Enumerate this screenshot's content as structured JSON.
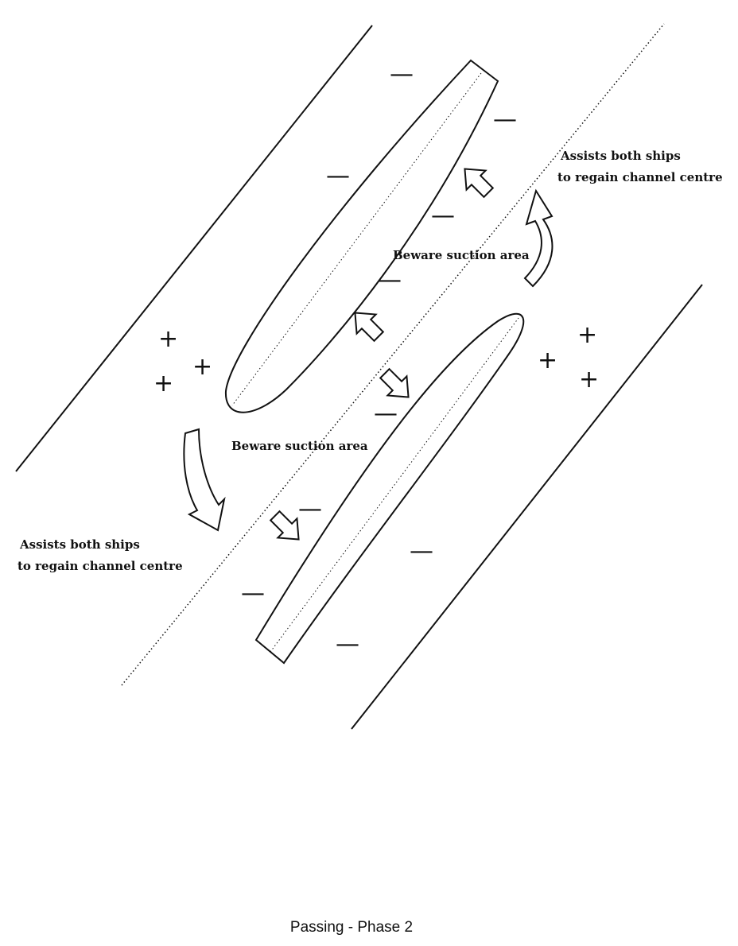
{
  "labels": {
    "assists_top_line1": "Assists both ships",
    "assists_top_line2": "to regain channel centre",
    "assists_bottom_line1": "Assists both ships",
    "assists_bottom_line2": "to regain channel centre",
    "suction_upper": "Beware suction area",
    "suction_lower": "Beware suction area"
  },
  "caption": "Passing - Phase 2",
  "symbols": {
    "minus": "—",
    "plus": "+"
  },
  "colors": {
    "ink": "#111111",
    "background": "#ffffff"
  }
}
